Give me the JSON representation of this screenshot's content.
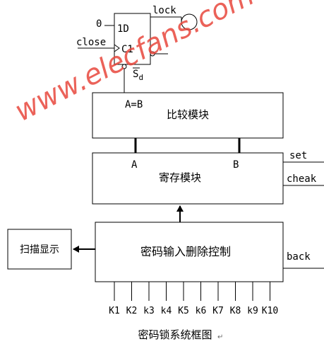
{
  "flipflop": {
    "d_input_value": "0",
    "clock_input_label": "close",
    "d_pin_label": "1D",
    "clock_pin_label": "C1",
    "output_label": "lock",
    "set_pin_label": "S",
    "set_pin_subscript": "d"
  },
  "compare_module": {
    "label": "比较模块",
    "equality_label": "A=B"
  },
  "register_module": {
    "label": "寄存模块",
    "input_a_label": "A",
    "input_b_label": "B",
    "side_inputs": [
      "set",
      "cheak"
    ]
  },
  "control_module": {
    "label": "密码输入删除控制",
    "side_input": "back",
    "keys": [
      "K1",
      "K2",
      "k3",
      "k4",
      "K5",
      "k6",
      "K7",
      "K8",
      "k9",
      "K10"
    ]
  },
  "display_module": {
    "label": "扫描显示"
  },
  "caption": "密码锁系统框图",
  "watermark": "www.elecfans.com",
  "colors": {
    "watermark": "#e8463c",
    "line": "#000000"
  }
}
